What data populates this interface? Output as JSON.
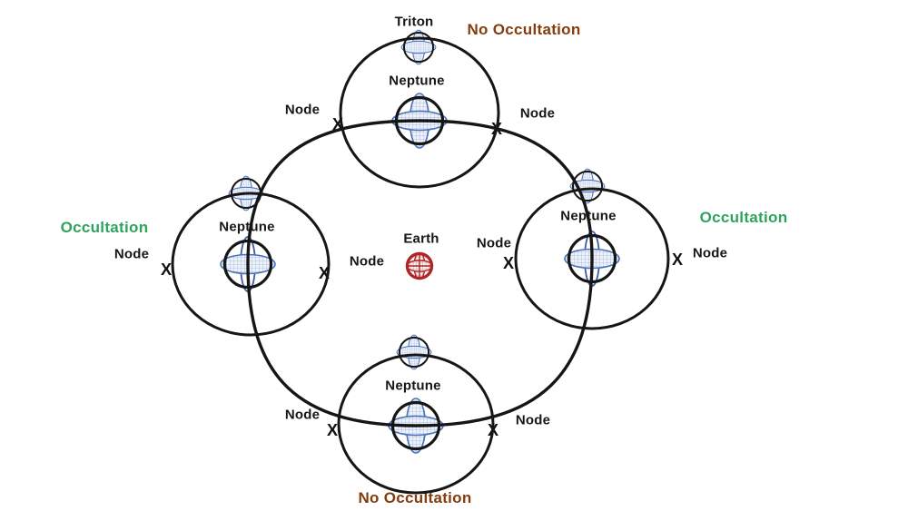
{
  "colors": {
    "line": "#161616",
    "occultation_green": "#2DA35D",
    "no_occultation_brown": "#843C0C",
    "neptune_outline_blue": "#4A70B8",
    "hatch_fill_blue": "#EDF2FB",
    "earth_red": "#B02626"
  },
  "diagram": {
    "earth_label": "Earth",
    "node_marker": "X",
    "systems": {
      "top": {
        "planet": "Neptune",
        "moon": "Triton",
        "node_left": "Node",
        "node_right": "Node",
        "status": "No Occultation"
      },
      "right": {
        "planet": "Neptune",
        "node_left": "Node",
        "node_right": "Node",
        "status": "Occultation"
      },
      "bottom": {
        "planet": "Neptune",
        "node_left": "Node",
        "node_right": "Node",
        "status": "No Occultation"
      },
      "left": {
        "planet": "Neptune",
        "node_left": "Node",
        "node_right": "Node",
        "status": "Occultation"
      }
    },
    "glyphs": {
      "neptune_globe": "hatched-wireframe-sphere",
      "triton_globe": "small-hatched-wireframe-sphere",
      "earth_globe": "red-wireframe-sphere"
    }
  }
}
